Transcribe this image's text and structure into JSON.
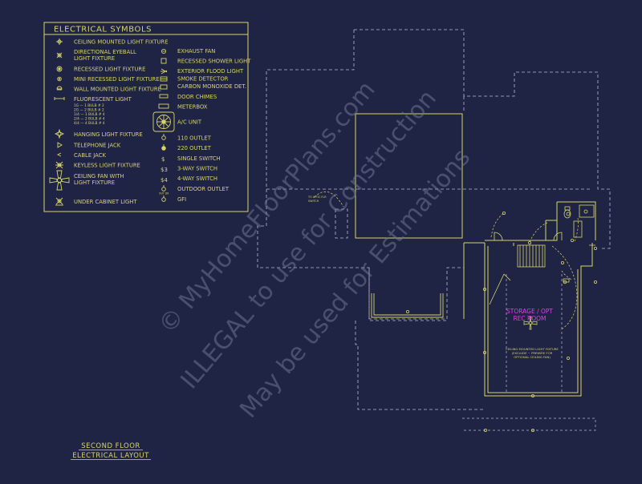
{
  "colors": {
    "background": "#1f2444",
    "yellow": "#d8d46a",
    "gray": "#b9bccb",
    "magenta": "#e040e8",
    "watermark": "#6f7391"
  },
  "legend": {
    "title": "ELECTRICAL SYMBOLS",
    "left_items": [
      {
        "icon": "ceiling-light-icon",
        "label": "CEILING MOUNTED LIGHT FIXTURE"
      },
      {
        "icon": "eyeball-light-icon",
        "label": "DIRECTIONAL EYEBALL",
        "label2": "LIGHT FIXTURE"
      },
      {
        "icon": "recessed-light-icon",
        "label": "RECESSED LIGHT FIXTURE"
      },
      {
        "icon": "mini-recessed-light-icon",
        "label": "MINI RECESSED LIGHT FIXTURE"
      },
      {
        "icon": "wall-light-icon",
        "label": "WALL MOUNTED LIGHT FIXTURE"
      },
      {
        "icon": "fluorescent-light-icon",
        "label": "FLUORESCENT LIGHT"
      },
      {
        "icon": "hanging-light-icon",
        "label": "HANGING LIGHT FIXTURE"
      },
      {
        "icon": "telephone-jack-icon",
        "label": "TELEPHONE JACK"
      },
      {
        "icon": "cable-jack-icon",
        "label": "CABLE JACK"
      },
      {
        "icon": "keyless-light-icon",
        "label": "KEYLESS LIGHT FIXTURE"
      },
      {
        "icon": "ceiling-fan-icon",
        "label": "CEILING FAN WITH",
        "label2": "LIGHT FIXTURE"
      },
      {
        "icon": "under-cabinet-light-icon",
        "label": "UNDER CABINET LIGHT"
      }
    ],
    "fluorescent_sub": [
      "1G — 1 BULB # 2",
      "2G — 2 BULB # 2",
      "1/4 — 1 BULB # 4",
      "2/4 — 2 BULB # 4",
      "4/4 — 4 BULB # 4"
    ],
    "right_items": [
      {
        "icon": "exhaust-fan-icon",
        "label": "EXHAUST FAN"
      },
      {
        "icon": "recessed-shower-light-icon",
        "label": "RECESSED SHOWER LIGHT"
      },
      {
        "icon": "flood-light-icon",
        "label": "EXTERIOR FLOOD LIGHT"
      },
      {
        "icon": "smoke-detector-icon",
        "label": "SMOKE DETECTOR"
      },
      {
        "icon": "co-detector-icon",
        "label": "CARBON MONOXIDE DET."
      },
      {
        "icon": "door-chimes-icon",
        "label": "DOOR CHIMES"
      },
      {
        "icon": "meterbox-icon",
        "label": "METERBOX"
      },
      {
        "icon": "ac-unit-icon",
        "label": "A/C UNIT"
      },
      {
        "icon": "outlet-110-icon",
        "label": "110 OUTLET"
      },
      {
        "icon": "outlet-220-icon",
        "label": "220 OUTLET"
      },
      {
        "icon": "single-switch-icon",
        "label": "SINGLE SWITCH"
      },
      {
        "icon": "three-way-switch-icon",
        "label": "3-WAY SWITCH"
      },
      {
        "icon": "four-way-switch-icon",
        "label": "4-WAY SWITCH"
      },
      {
        "icon": "outdoor-outlet-icon",
        "label": "OUTDOOR OUTLET"
      },
      {
        "icon": "gfi-outlet-icon",
        "label": "GFI"
      }
    ],
    "switch_letters": {
      "single": "$",
      "three": "$3",
      "four": "$4"
    },
    "outdoor_tag": "OUT DR"
  },
  "plan": {
    "room_label_line1": "STORAGE / OPT",
    "room_label_line2": "REC ROOM",
    "fan_note": [
      "CEILING MOUNTED LIGHT FIXTURE",
      "(EXCLUDE ~ PREWIRE FOR",
      "OPTIONAL CEILING FAN)"
    ],
    "attic_note": [
      "TO ATTIC FLR",
      "SWITCH"
    ]
  },
  "title_block": {
    "line1": "SECOND FLOOR",
    "line2": "ELECTRICAL LAYOUT"
  },
  "watermark": {
    "line1": "© MyHomeFloorPlans.com",
    "line2": "ILLEGAL to use for Construction",
    "line3": "May be used for Estimations"
  }
}
